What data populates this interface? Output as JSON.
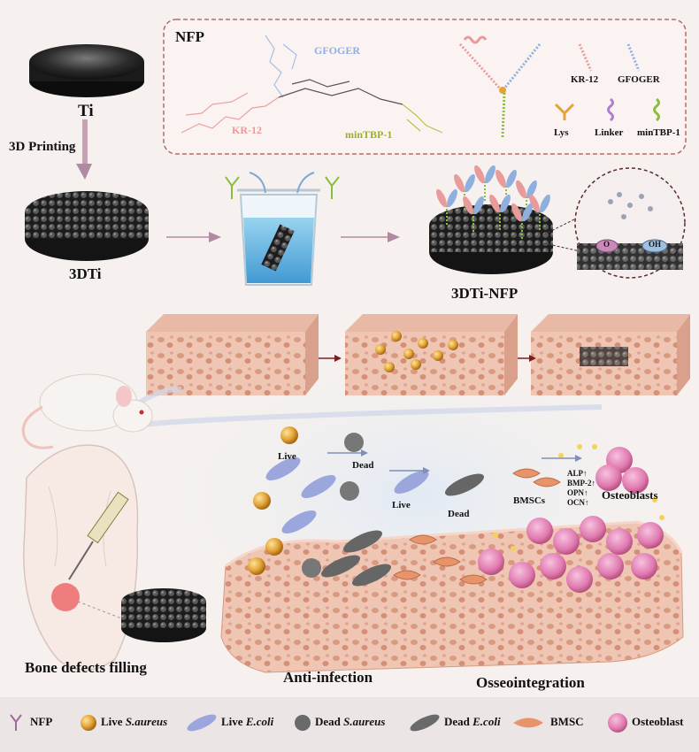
{
  "titles": {
    "ti": "Ti",
    "printing": "3D Printing",
    "threedti": "3DTi",
    "threedti_nfp": "3DTi-NFP",
    "bone_defects": "Bone defects filling",
    "anti_infection": "Anti-infection",
    "osseointegration": "Osseointegration"
  },
  "nfp_panel": {
    "title": "NFP",
    "gfoger": "GFOGER",
    "kr12": "KR-12",
    "mintbp": "minTBP-1",
    "key_kr12": "KR-12",
    "key_gfoger": "GFOGER",
    "key_lys": "Lys",
    "key_linker": "Linker",
    "key_mintbp": "minTBP-1"
  },
  "zoom": {
    "o_label": "O",
    "oh_label": "OH"
  },
  "scene": {
    "live1": "Live",
    "dead1": "Dead",
    "live2": "Live",
    "dead2": "Dead",
    "bmscs": "BMSCs",
    "osteoblasts": "Osteoblasts",
    "markers": [
      "ALP↑",
      "BMP-2↑",
      "OPN↑",
      "OCN↑"
    ]
  },
  "legend": {
    "nfp": "NFP",
    "live_pre": "Live ",
    "live_s_aureus": "S.aureus",
    "live_e_coli_pre": "Live ",
    "live_e_coli": "E.coli",
    "dead_s_pre": "Dead ",
    "dead_s_aureus": "S.aureus",
    "dead_e_pre": "Dead ",
    "dead_e_coli": "E.coli",
    "bmsc": "BMSC",
    "osteoblast": "Osteoblast"
  },
  "colors": {
    "kr12": "#e99a9a",
    "gfoger": "#8fb0de",
    "linker": "#b27ad0",
    "mintbp": "#8bbd3c",
    "lys": "#e3a23b",
    "bone": "#f0c7b5",
    "titanium": "#2a2a2a",
    "osteoblast": "#e07ab0",
    "s_aureus": "#e3a53a",
    "e_coli": "#9aa6dc"
  }
}
